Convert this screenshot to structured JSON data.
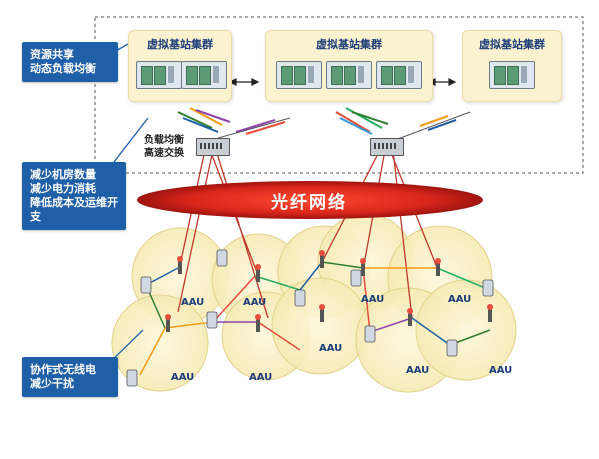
{
  "callouts": {
    "resource": [
      "资源共享",
      "动态负载均衡"
    ],
    "reduce": [
      "减少机房数量",
      "减少电力消耗",
      "降低成本及运维开支"
    ],
    "cooperative": [
      "协作式无线电",
      "减少干扰"
    ]
  },
  "clusters": [
    {
      "title": "虚拟基站集群"
    },
    {
      "title": "虚拟基站集群"
    },
    {
      "title": "虚拟基站集群"
    }
  ],
  "load_balancer": [
    "负载均衡",
    "高速交换"
  ],
  "fiber_network": "光纤网络",
  "cell_label": "AAU",
  "colors": {
    "callout": "#1f5fa8",
    "cluster_fill": "#fbf2cf",
    "fiber": "#d8261b",
    "cell_fill": "#fbf2c8",
    "cell_stroke": "#e2d28a",
    "link": "#c0392b"
  },
  "icons": [
    "server-rack-icon",
    "switch-icon",
    "antenna-icon",
    "mobile-phone-icon",
    "double-arrow-icon"
  ]
}
